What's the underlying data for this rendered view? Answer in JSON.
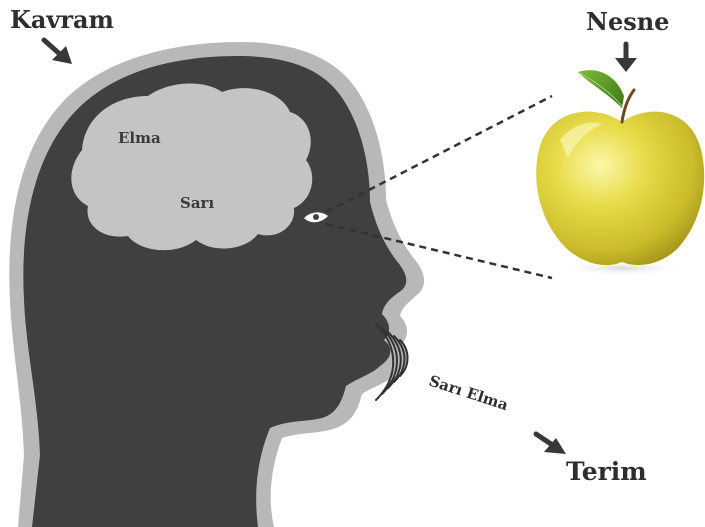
{
  "labels": {
    "concept": "Kavram",
    "object": "Nesne",
    "term": "Terim",
    "brain_word_1": "Elma",
    "brain_word_2": "Sarı",
    "spoken": "Sarı Elma"
  },
  "colors": {
    "head_fill": "#404040",
    "head_outline": "#b8b8b8",
    "brain_fill": "#c4c4c4",
    "arrow": "#383838",
    "apple_yellow": "#e3d640",
    "apple_shade": "#b3a523",
    "leaf": "#4f8a1f",
    "sight_line": "#333333"
  },
  "icons": {
    "concept_arrow": "arrow-down-right-icon",
    "object_arrow": "arrow-down-icon",
    "term_arrow": "arrow-down-right-icon",
    "sound_waves": "sound-waves-icon"
  }
}
